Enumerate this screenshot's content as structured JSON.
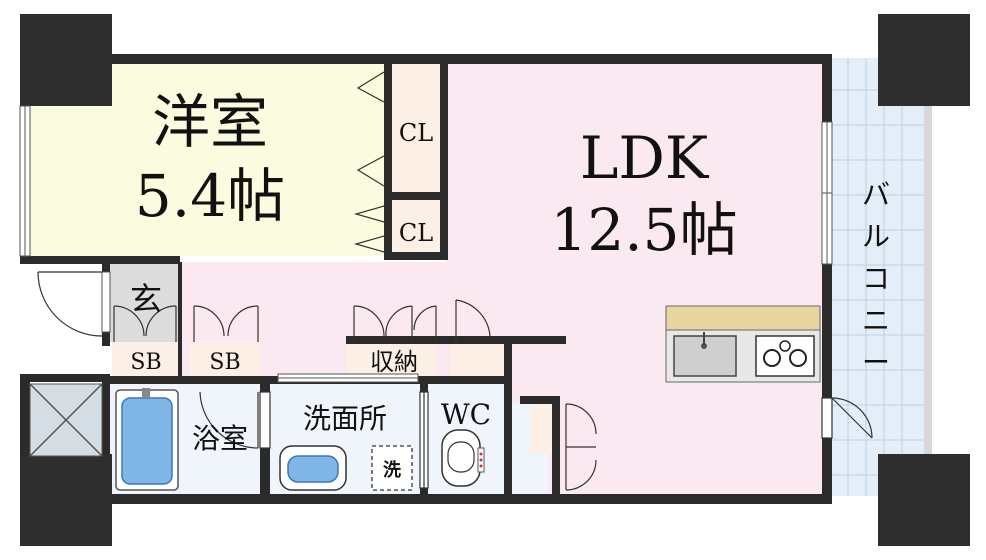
{
  "rooms": {
    "western": {
      "name": "洋室",
      "size": "5.4帖"
    },
    "ldk": {
      "name": "LDK",
      "size": "12.5帖"
    },
    "closet_upper": "CL",
    "closet_lower": "CL",
    "entrance": "玄",
    "shoebox_left": "SB",
    "shoebox_right": "SB",
    "storage": "収納",
    "bath": "浴室",
    "washroom": "洗面所",
    "washer": "洗",
    "toilet": "WC",
    "balcony": [
      "バ",
      "ル",
      "コ",
      "ニ",
      "ー"
    ]
  },
  "colors": {
    "wall": "#2b2b2b",
    "pillar": "#2e2e2e",
    "western_floor": "#fbfbdf",
    "ldk_floor": "#fbe9f1",
    "closet_floor": "#fbefe6",
    "wet_floor": "#f0f5fb",
    "balcony_floor": "#e4eef8",
    "counter": "#e8d6a0"
  }
}
